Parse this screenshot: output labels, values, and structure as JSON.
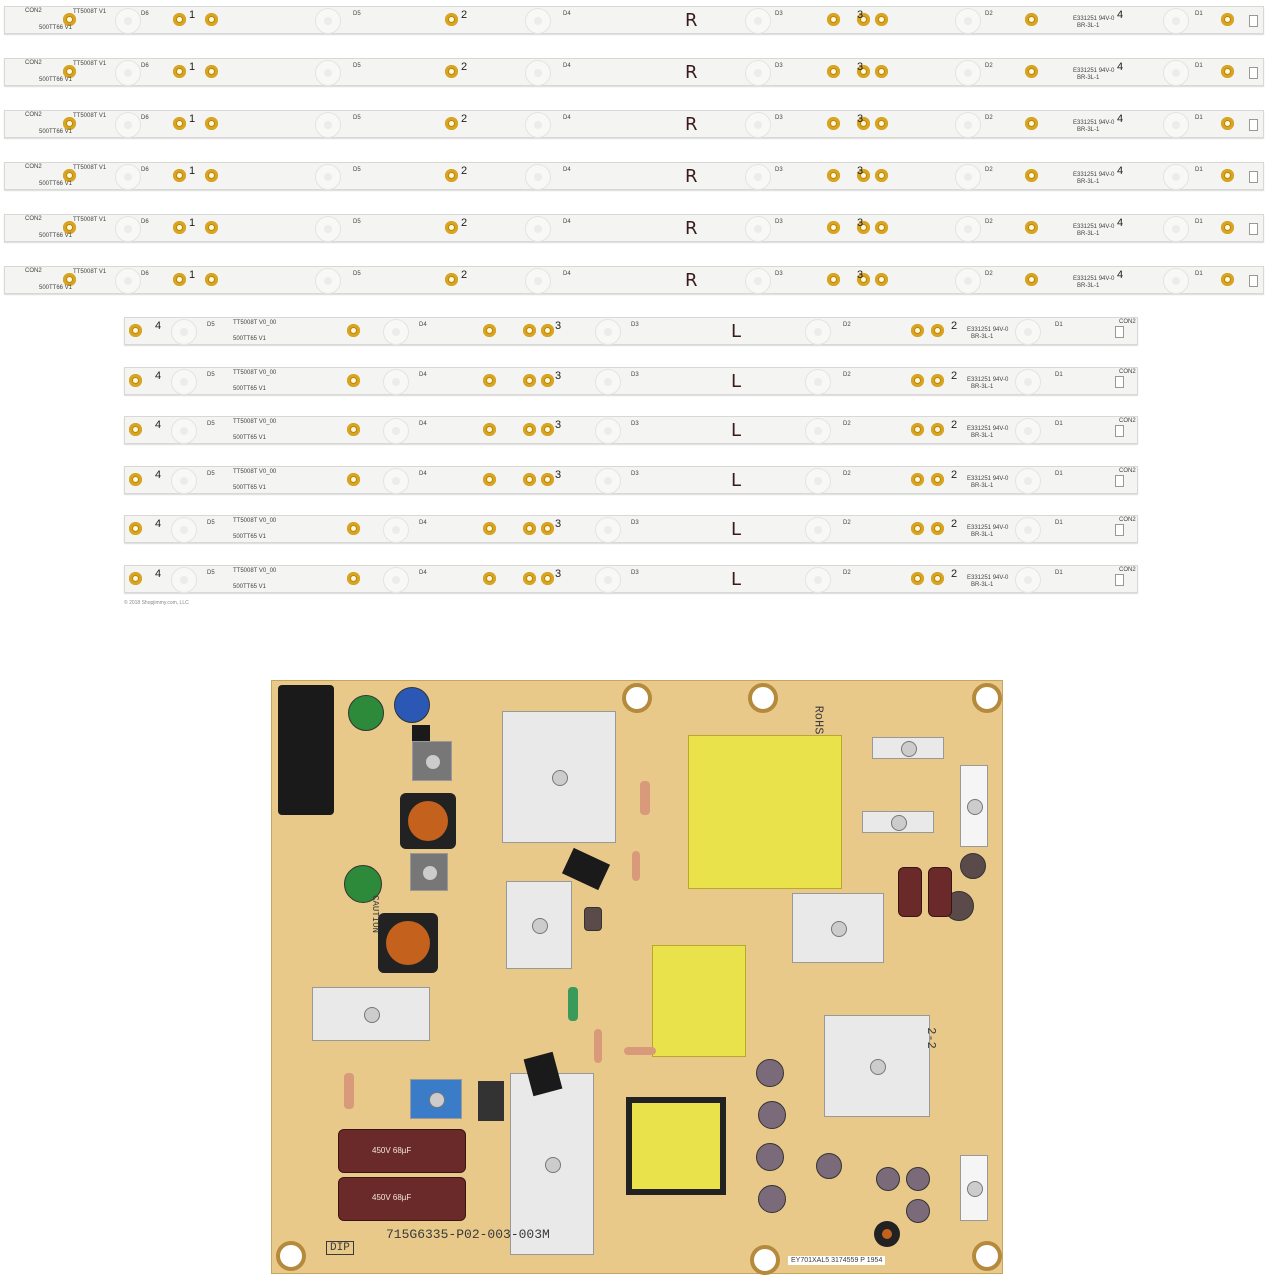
{
  "strips_r": {
    "count": 6,
    "model_label": "TT5008T V1",
    "part_label": "500TT66 V1",
    "connector": "CON2",
    "side_letter": "R",
    "numbers": [
      "1",
      "2",
      "3",
      "4"
    ],
    "led_labels": [
      "D6",
      "D5",
      "D4",
      "D3",
      "D2",
      "D1"
    ],
    "cert_text": "E331251 94V-0",
    "cert_text2": "BR-3L-1"
  },
  "strips_l": {
    "count": 6,
    "model_label": "TT5008T V0_00",
    "part_label": "500TT65 V1",
    "connector": "CON2",
    "side_letter": "L",
    "numbers": [
      "4",
      "3",
      "2"
    ],
    "led_labels": [
      "D5",
      "D4",
      "D3",
      "D2",
      "D1"
    ],
    "cert_text": "E331251 94V-0",
    "cert_text2": "BR-3L-1"
  },
  "watermark": "© 2018 Shopjimmy.com, LLC",
  "board": {
    "part_number": "715G6335-P02-003-003M",
    "rohs": "RoHS",
    "dip_label": "DIP",
    "sticker": "EY701XAL5 3174559 P 1954",
    "cap_label_1": "450V 68µF",
    "cap_label_2": "450V 68µF",
    "caution_label": "CAUTION",
    "zone_label": "2-2"
  },
  "colors": {
    "strip_bg": "#f4f4f2",
    "pad_gold": "#b8860b",
    "board_bg": "#e8c98a",
    "transformer_yellow": "#eae24a",
    "capacitor_brown": "#6b2a2a"
  }
}
